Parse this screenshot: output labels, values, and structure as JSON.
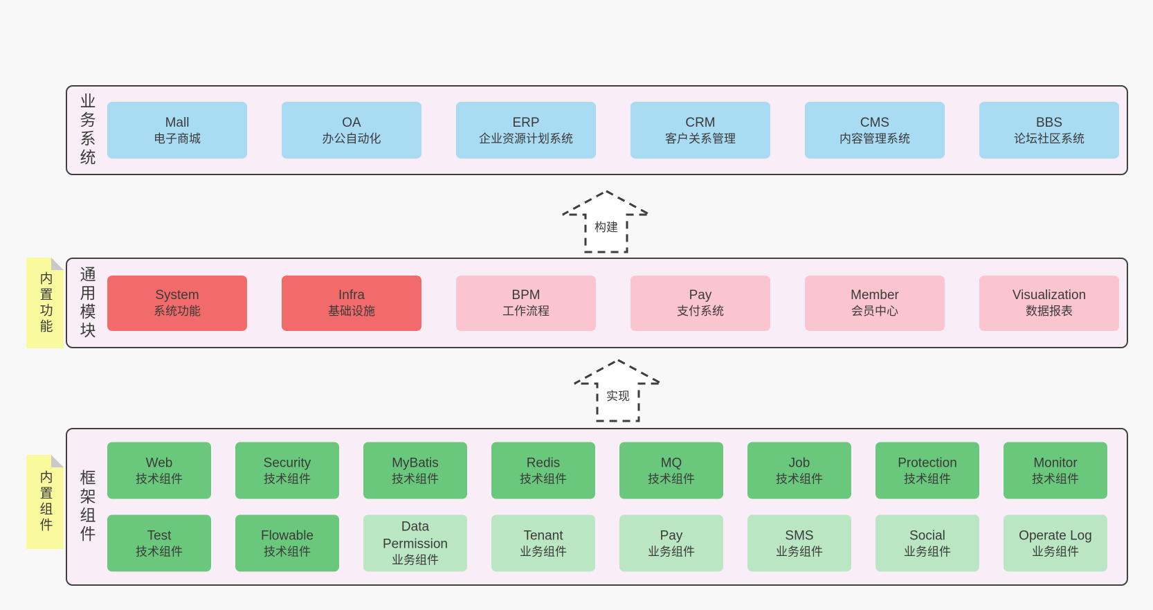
{
  "colors": {
    "page_background": "#f8f8f8",
    "panel_background": "#f9eef7",
    "panel_border": "#404040",
    "blue_box": "#a9dbf3",
    "red_box": "#f26b6b",
    "pink_box": "#fbc5cf",
    "green_box": "#69c87b",
    "light_green_box": "#bae6c3",
    "sticky_note": "#f9fa9e",
    "note_fold": "#c9c9c9",
    "text": "#3a3a3a",
    "arrow_dash": "#3d3d3d"
  },
  "layers": {
    "business": {
      "label": "业务系统",
      "boxes": [
        {
          "name": "Mall",
          "subtitle": "电子商城",
          "variant": "blue"
        },
        {
          "name": "OA",
          "subtitle": "办公自动化",
          "variant": "blue"
        },
        {
          "name": "ERP",
          "subtitle": "企业资源计划系统",
          "variant": "blue"
        },
        {
          "name": "CRM",
          "subtitle": "客户关系管理",
          "variant": "blue"
        },
        {
          "name": "CMS",
          "subtitle": "内容管理系统",
          "variant": "blue"
        },
        {
          "name": "BBS",
          "subtitle": "论坛社区系统",
          "variant": "blue"
        }
      ]
    },
    "modules": {
      "label": "通用模块",
      "note": "内置功能",
      "boxes": [
        {
          "name": "System",
          "subtitle": "系统功能",
          "variant": "red"
        },
        {
          "name": "Infra",
          "subtitle": "基础设施",
          "variant": "red"
        },
        {
          "name": "BPM",
          "subtitle": "工作流程",
          "variant": "pink"
        },
        {
          "name": "Pay",
          "subtitle": "支付系统",
          "variant": "pink"
        },
        {
          "name": "Member",
          "subtitle": "会员中心",
          "variant": "pink"
        },
        {
          "name": "Visualization",
          "subtitle": "数据报表",
          "variant": "pink"
        }
      ]
    },
    "framework": {
      "label": "框架组件",
      "note": "内置组件",
      "rows": [
        [
          {
            "name": "Web",
            "subtitle": "技术组件",
            "variant": "green"
          },
          {
            "name": "Security",
            "subtitle": "技术组件",
            "variant": "green"
          },
          {
            "name": "MyBatis",
            "subtitle": "技术组件",
            "variant": "green"
          },
          {
            "name": "Redis",
            "subtitle": "技术组件",
            "variant": "green"
          },
          {
            "name": "MQ",
            "subtitle": "技术组件",
            "variant": "green"
          },
          {
            "name": "Job",
            "subtitle": "技术组件",
            "variant": "green"
          },
          {
            "name": "Protection",
            "subtitle": "技术组件",
            "variant": "green"
          },
          {
            "name": "Monitor",
            "subtitle": "技术组件",
            "variant": "green"
          }
        ],
        [
          {
            "name": "Test",
            "subtitle": "技术组件",
            "variant": "green"
          },
          {
            "name": "Flowable",
            "subtitle": "技术组件",
            "variant": "green"
          },
          {
            "name": "Data Permission",
            "subtitle": "业务组件",
            "variant": "green-light"
          },
          {
            "name": "Tenant",
            "subtitle": "业务组件",
            "variant": "green-light"
          },
          {
            "name": "Pay",
            "subtitle": "业务组件",
            "variant": "green-light"
          },
          {
            "name": "SMS",
            "subtitle": "业务组件",
            "variant": "green-light"
          },
          {
            "name": "Social",
            "subtitle": "业务组件",
            "variant": "green-light"
          },
          {
            "name": "Operate Log",
            "subtitle": "业务组件",
            "variant": "green-light"
          }
        ]
      ]
    }
  },
  "arrows": {
    "build": {
      "label": "构建"
    },
    "implement": {
      "label": "实现"
    }
  }
}
